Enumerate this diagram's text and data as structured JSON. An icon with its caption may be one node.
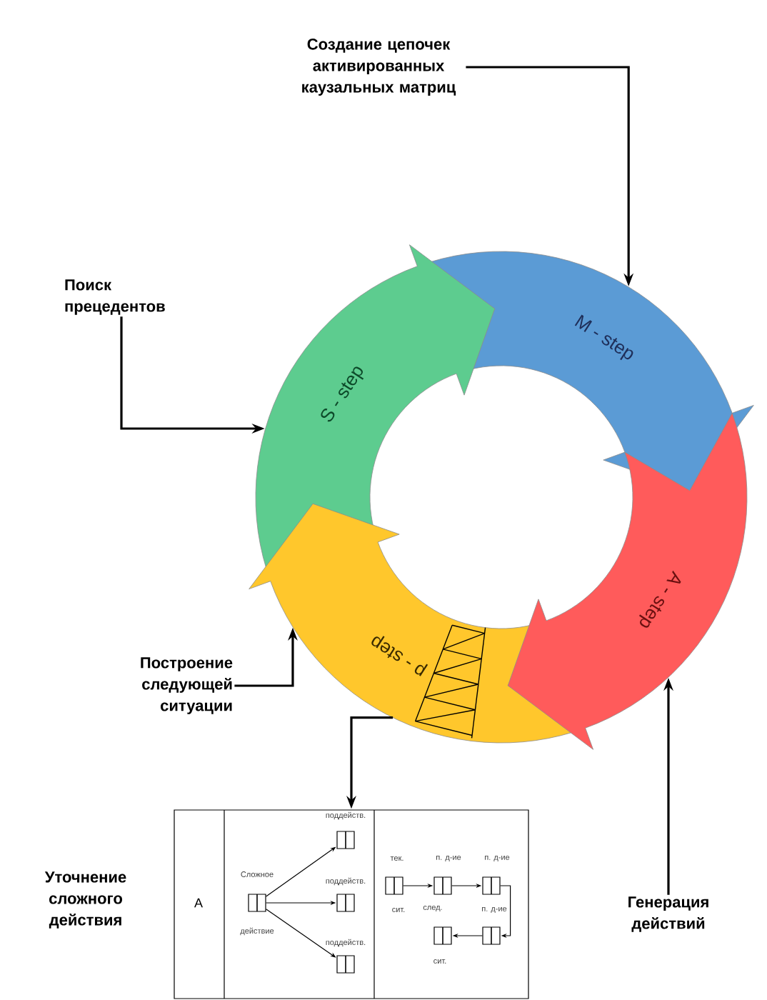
{
  "diagram": {
    "nodes": [
      {
        "text": [
          "Создание цепочек активированных каузальных матриц"
        ]
      },
      {
        "text": [
          "M - step"
        ]
      },
      {
        "text": [
          "Поиск прецедентов"
        ]
      },
      {
        "text": [
          "S - step"
        ]
      },
      {
        "text": [
          "Построение следующей ситуации"
        ]
      },
      {
        "text": [
          "p - step"
        ]
      },
      {
        "text": [
          "A - step"
        ]
      },
      {
        "text": [
          "Генерация действий"
        ]
      },
      {
        "text": [],
        "shape": "box",
        "beside": [
          "Уточнение сложного действия"
        ]
      },
      {
        "text": [],
        "shape": "box",
        "in": 8,
        "beside": [
          "Сложное",
          "действие"
        ]
      },
      {
        "text": [],
        "shape": "box",
        "in": 8,
        "beside": [
          "поддейств."
        ]
      },
      {
        "text": [],
        "shape": "box",
        "in": 8,
        "beside": [
          "поддейств."
        ]
      },
      {
        "text": [],
        "shape": "box",
        "in": 8,
        "beside": [
          "поддейств."
        ]
      },
      {
        "text": [],
        "shape": "box",
        "in": 8,
        "beside": [
          "тек.",
          "сит."
        ]
      },
      {
        "text": [],
        "shape": "box",
        "in": 8,
        "beside": [
          "п. д-ие"
        ]
      },
      {
        "text": [],
        "shape": "box",
        "in": 8,
        "beside": [
          "п. д-ие"
        ]
      },
      {
        "text": [],
        "shape": "box",
        "in": 8,
        "beside": [
          "п. д-ие"
        ]
      },
      {
        "text": [],
        "shape": "box",
        "in": 8,
        "beside": [
          "след.",
          "сит."
        ]
      }
    ],
    "edges": [
      {
        "from": 0,
        "to": 1,
        "arrow": "to"
      },
      {
        "from": 2,
        "to": 3,
        "arrow": "to"
      },
      {
        "from": 4,
        "to": 5,
        "arrow": "to"
      },
      {
        "from": 7,
        "to": 6,
        "arrow": "to"
      },
      {
        "from": 5,
        "to": 8,
        "arrow": "to"
      },
      {
        "from": 9,
        "to": 10,
        "arrow": "to"
      },
      {
        "from": 9,
        "to": 11,
        "arrow": "to"
      },
      {
        "from": 9,
        "to": 12,
        "arrow": "to"
      },
      {
        "from": 13,
        "to": 14,
        "arrow": "to"
      },
      {
        "from": 14,
        "to": 15,
        "arrow": "to"
      },
      {
        "from": 15,
        "to": 16,
        "arrow": "to"
      },
      {
        "from": 16,
        "to": 17,
        "arrow": "to"
      }
    ],
    "labels": [
      "A"
    ]
  }
}
